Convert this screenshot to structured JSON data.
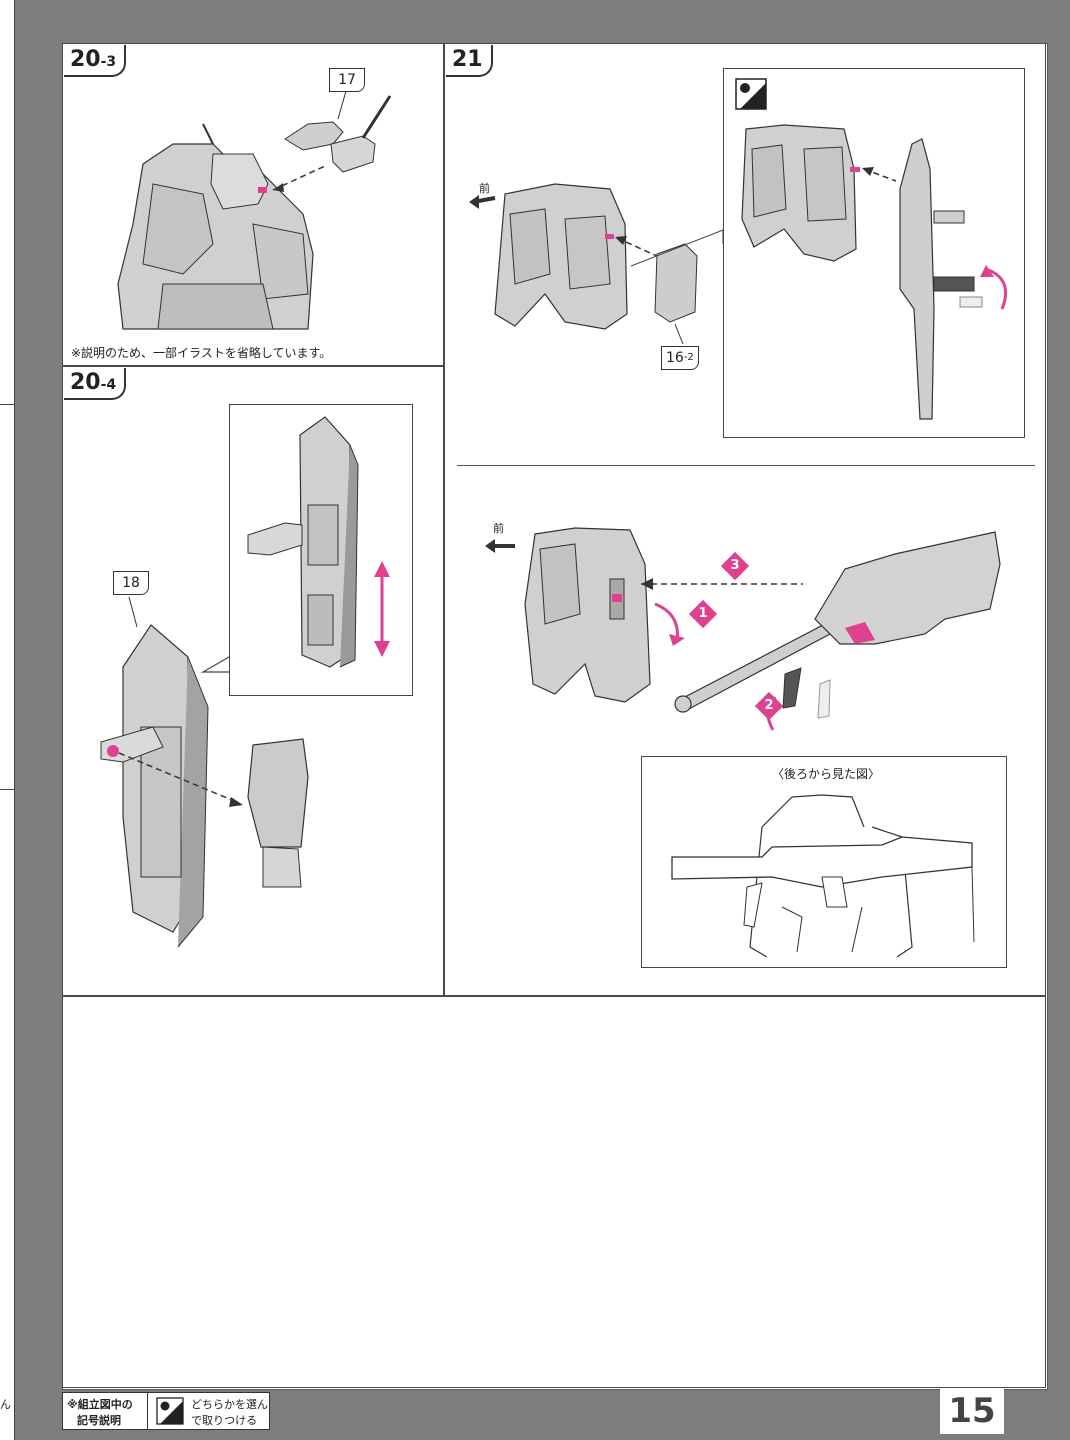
{
  "page_number": "15",
  "steps": {
    "s20_3": {
      "main": "20",
      "sub": "-3"
    },
    "s20_4": {
      "main": "20",
      "sub": "-4"
    },
    "s21": {
      "main": "21",
      "sub": ""
    }
  },
  "parts": {
    "p17": {
      "main": "17",
      "sub": ""
    },
    "p16_2": {
      "main": "16",
      "sub": "-2"
    },
    "p18": {
      "main": "18",
      "sub": ""
    }
  },
  "notes": {
    "illustration_omitted": "※説明のため、一部イラストを省略しています。",
    "front_label": "前",
    "back_view_title": "〈後ろから見た図〉"
  },
  "badges": [
    "1",
    "2",
    "3"
  ],
  "footer": {
    "legend_title_line1": "※組立図中の",
    "legend_title_line2": "記号説明",
    "symbol_text_line1": "どちらかを選ん",
    "symbol_text_line2": "で取りつける",
    "left_edge_char": "ん"
  },
  "colors": {
    "accent": "#e0418f",
    "line": "#333333",
    "part_fill": "#cfcfcf"
  }
}
